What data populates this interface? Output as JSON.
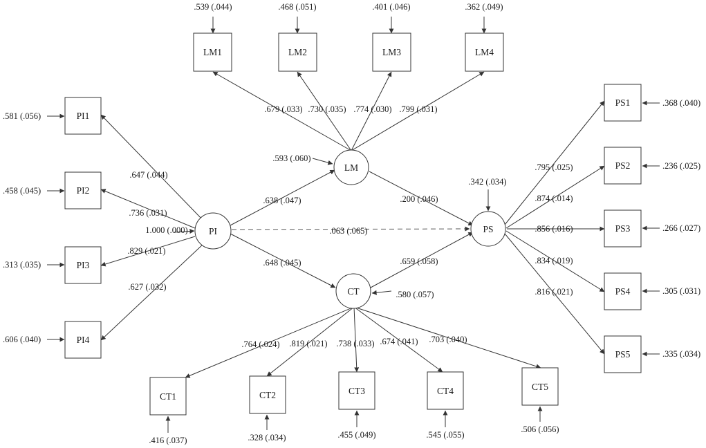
{
  "latent": {
    "PI": "PI",
    "LM": "LM",
    "CT": "CT",
    "PS": "PS"
  },
  "indicators": {
    "LM1": {
      "label": "LM1",
      "error": ".539 (.044)",
      "loading": ".679 (.033)"
    },
    "LM2": {
      "label": "LM2",
      "error": ".468 (.051)",
      "loading": ".730 (.035)"
    },
    "LM3": {
      "label": "LM3",
      "error": ".401 (.046)",
      "loading": ".774 (.030)"
    },
    "LM4": {
      "label": "LM4",
      "error": ".362 (.049)",
      "loading": ".799 (.031)"
    },
    "PI1": {
      "label": "PI1",
      "error": ".581 (.056)",
      "loading": ".647 (.044)"
    },
    "PI2": {
      "label": "PI2",
      "error": ".458 (.045)",
      "loading": ".736 (.031)"
    },
    "PI3": {
      "label": "PI3",
      "error": ".313 (.035)",
      "loading": ".829 (.021)"
    },
    "PI4": {
      "label": "PI4",
      "error": ".606 (.040)",
      "loading": ".627 (.032)"
    },
    "PS1": {
      "label": "PS1",
      "error": ".368 (.040)",
      "loading": ".795 (.025)"
    },
    "PS2": {
      "label": "PS2",
      "error": ".236 (.025)",
      "loading": ".874 (.014)"
    },
    "PS3": {
      "label": "PS3",
      "error": ".266 (.027)",
      "loading": ".856 (.016)"
    },
    "PS4": {
      "label": "PS4",
      "error": ".305 (.031)",
      "loading": ".834 (.019)"
    },
    "PS5": {
      "label": "PS5",
      "error": ".335 (.034)",
      "loading": ".816 (.021)"
    },
    "CT1": {
      "label": "CT1",
      "error": ".416 (.037)",
      "loading": ".764 (.024)"
    },
    "CT2": {
      "label": "CT2",
      "error": ".328 (.034)",
      "loading": ".819 (.021)"
    },
    "CT3": {
      "label": "CT3",
      "error": ".455 (.049)",
      "loading": ".738 (.033)"
    },
    "CT4": {
      "label": "CT4",
      "error": ".545 (.055)",
      "loading": ".674 (.041)"
    },
    "CT5": {
      "label": "CT5",
      "error": ".506 (.056)",
      "loading": ".703 (.040)"
    }
  },
  "paths": {
    "PI_LM": ".638 (.047)",
    "PI_CT": ".648 (.045)",
    "PI_PS": ".063 (.065)",
    "LM_PS": ".200 (.046)",
    "CT_PS": ".659 (.058)"
  },
  "disturbances": {
    "PI": "1.000 (.000)",
    "LM": ".593 (.060)",
    "CT": ".580 (.057)",
    "PS": ".342 (.034)"
  },
  "colors": {
    "stroke": "#333333",
    "dashed_path": "#555555",
    "text": "#1a1a1a",
    "background": "#ffffff"
  }
}
